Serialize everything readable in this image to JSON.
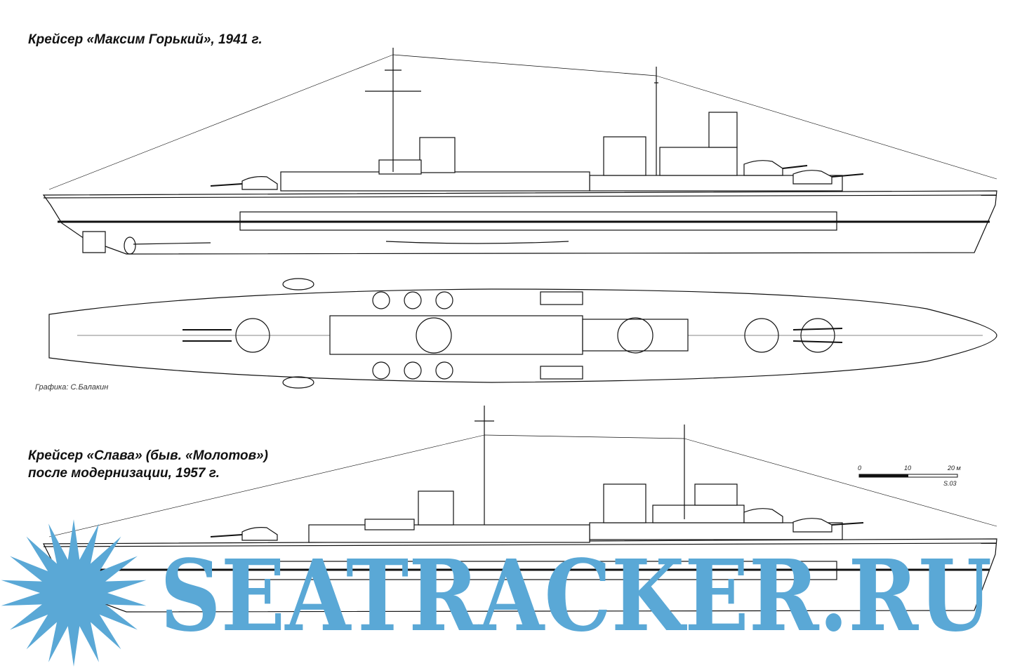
{
  "ship1": {
    "title": "Крейсер «Максим Горький», 1941 г."
  },
  "ship2": {
    "title_line1": "Крейсер «Слава» (быв. «Молотов»)",
    "title_line2": "после модернизации, 1957 г."
  },
  "credit": "Графика: С.Балакин",
  "scale": {
    "l0": "0",
    "l10": "10",
    "l20": "20 м",
    "sig": "S.03"
  },
  "watermark": {
    "text": "SEATRACKER.RU",
    "color": "#5aa8d6"
  }
}
